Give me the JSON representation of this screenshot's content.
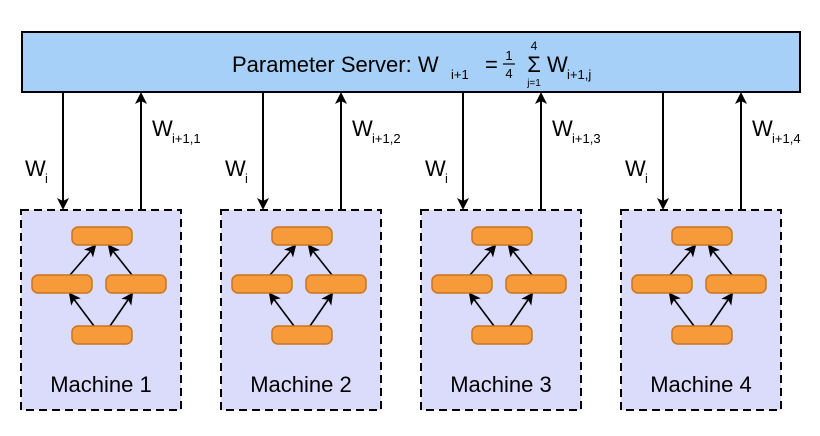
{
  "server": {
    "prefix": "Parameter Server: W",
    "sub_main": "i+1",
    "equals": "=",
    "frac_num": "1",
    "frac_den": "4",
    "sum_symbol": "Σ",
    "sum_upper": "4",
    "sum_lower": "j=1",
    "term": "W",
    "term_sub": "i+1,j"
  },
  "down_label": {
    "base": "W",
    "sub": "i"
  },
  "machines": [
    {
      "label": "Machine 1",
      "up_base": "W",
      "up_sub": "i+1,1"
    },
    {
      "label": "Machine 2",
      "up_base": "W",
      "up_sub": "i+1,2"
    },
    {
      "label": "Machine 3",
      "up_base": "W",
      "up_sub": "i+1,3"
    },
    {
      "label": "Machine 4",
      "up_base": "W",
      "up_sub": "i+1,4"
    }
  ],
  "colors": {
    "server_fill": "#a6d0f7",
    "machine_fill": "#dbdbfb",
    "node_fill": "#f79a3a",
    "node_stroke": "#c8741f",
    "stroke": "#000000"
  }
}
